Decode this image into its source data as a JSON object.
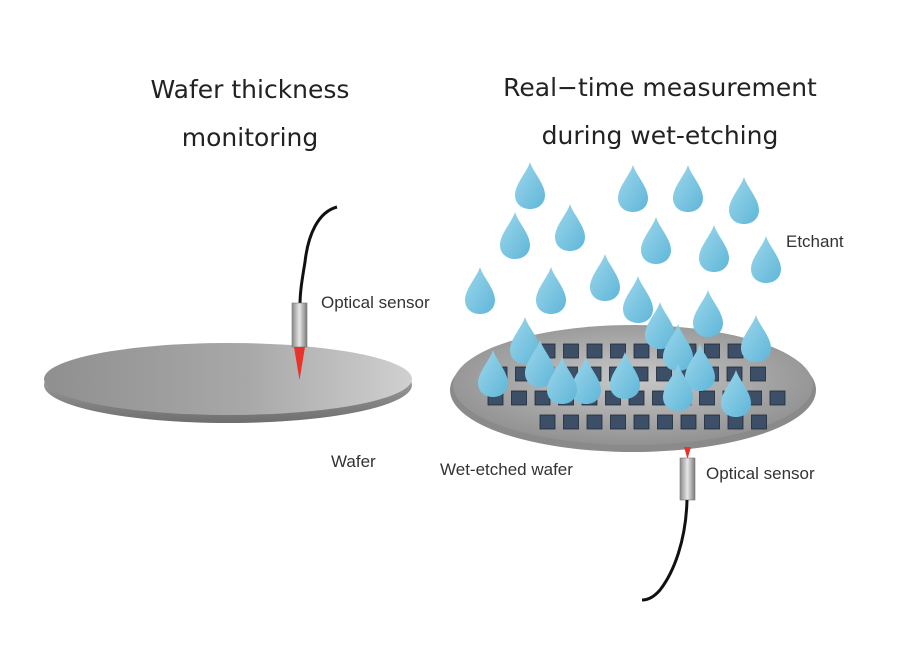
{
  "left_panel": {
    "title_line1": "Wafer thickness",
    "title_line2": "monitoring",
    "sensor_label": "Optical sensor",
    "wafer_label": "Wafer"
  },
  "right_panel": {
    "title_line1": "Real−time measurement",
    "title_line2": "during wet-etching",
    "etchant_label": "Etchant",
    "wafer_label": "Wet-etched wafer",
    "sensor_label": "Optical sensor"
  },
  "colors": {
    "droplet": "#7cc8e3",
    "wafer_gray": "#9a9a9a",
    "sensor_tip": "#e8322a",
    "die_square": "#3d4f66"
  }
}
